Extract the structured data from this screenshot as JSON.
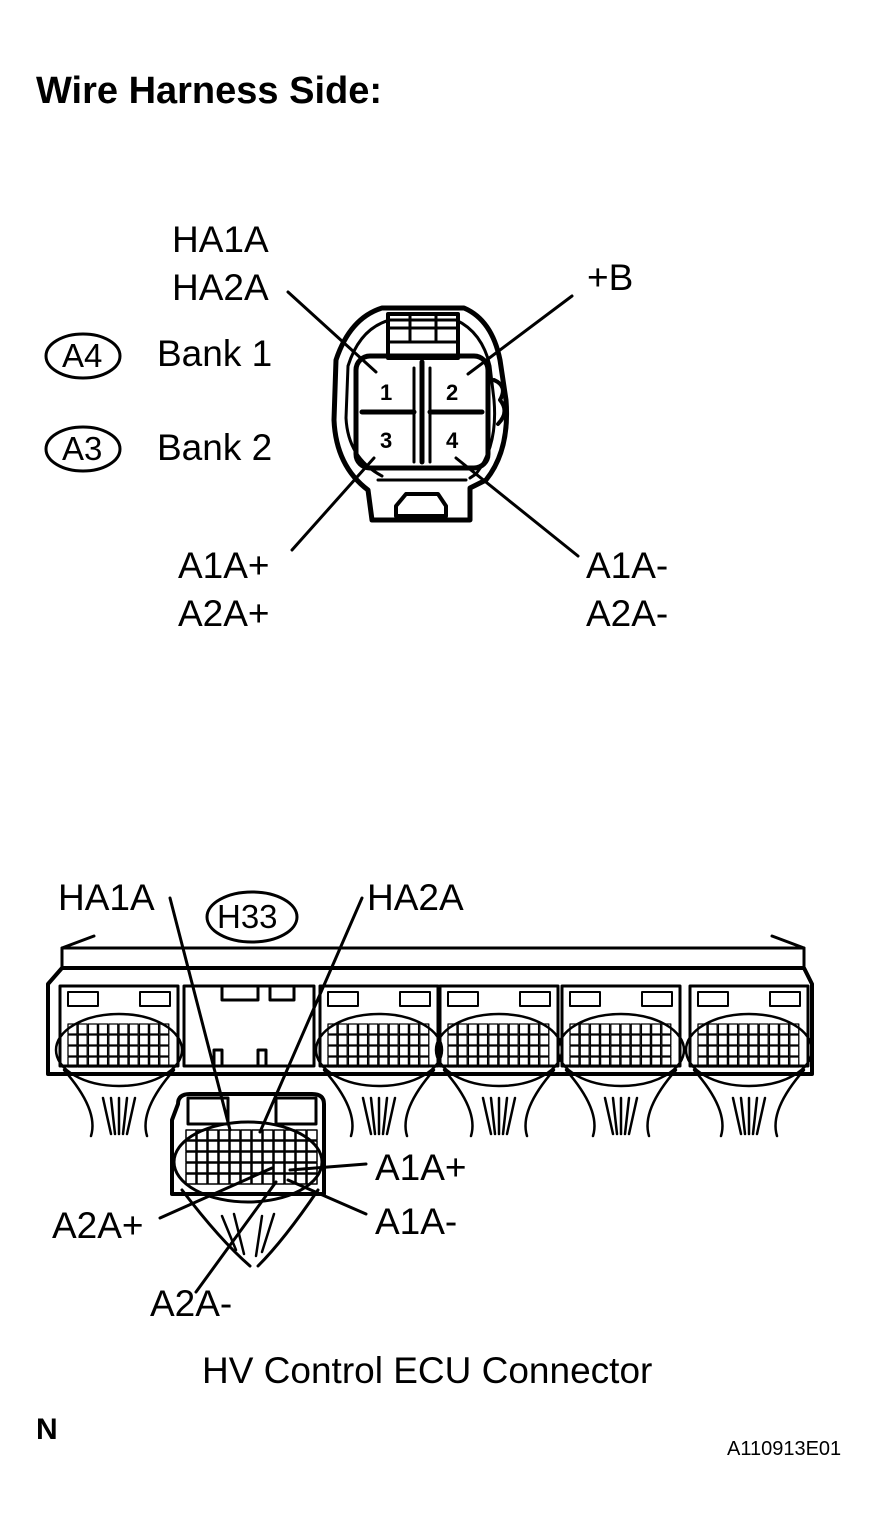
{
  "title": "Wire Harness Side:",
  "top_connector": {
    "labels": {
      "ha1a": "HA1A",
      "ha2a": "HA2A",
      "plus_b": "+B",
      "a1a_plus": "A1A+",
      "a2a_plus": "A2A+",
      "a1a_minus": "A1A-",
      "a2a_minus": "A2A-"
    },
    "pins": [
      "1",
      "2",
      "3",
      "4"
    ],
    "variants": [
      {
        "code": "A4",
        "name": "Bank 1"
      },
      {
        "code": "A3",
        "name": "Bank 2"
      }
    ]
  },
  "ecu_connector": {
    "code": "H33",
    "labels": {
      "ha1a": "HA1A",
      "ha2a": "HA2A",
      "a1a_plus": "A1A+",
      "a2a_plus": "A2A+",
      "a1a_minus": "A1A-",
      "a2a_minus": "A2A-"
    },
    "caption": "HV Control ECU Connector"
  },
  "footer": {
    "sheet_letter": "N",
    "figure_id": "A110913E01"
  }
}
